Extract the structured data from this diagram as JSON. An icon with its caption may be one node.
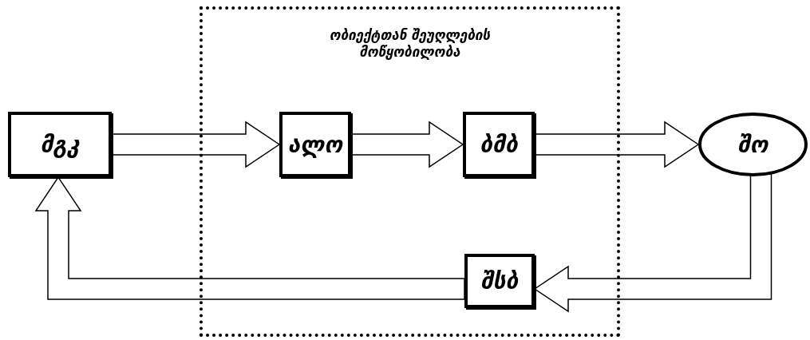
{
  "diagram": {
    "nodes": [
      {
        "text": [
          "მგკ"
        ]
      },
      {
        "text": [
          "ობიექტთან შეუღლების მოწყობილობა"
        ]
      },
      {
        "text": [
          "ალო"
        ],
        "in": 1
      },
      {
        "text": [
          "ბმბ"
        ],
        "in": 1
      },
      {
        "text": [
          "შო"
        ]
      },
      {
        "text": [
          "შსბ"
        ],
        "in": 1
      }
    ],
    "edges": [
      {
        "from": 0,
        "to": 2,
        "arrow": "to"
      },
      {
        "from": 2,
        "to": 3,
        "arrow": "to"
      },
      {
        "from": 3,
        "to": 4,
        "arrow": "to"
      },
      {
        "from": 4,
        "to": 5,
        "arrow": "to"
      },
      {
        "from": 5,
        "to": 0,
        "arrow": "to"
      }
    ]
  }
}
